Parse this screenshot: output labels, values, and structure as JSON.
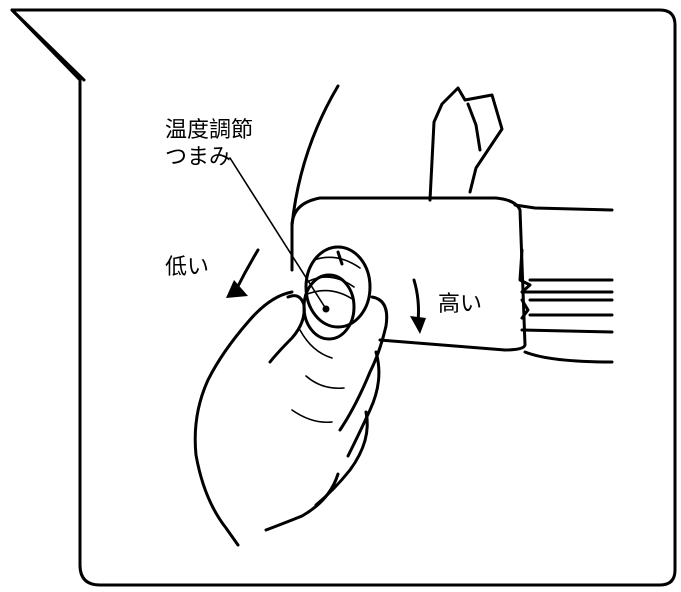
{
  "labels": {
    "knob_line1": "温度調節",
    "knob_line2": "つまみ",
    "low": "低い",
    "high": "高い"
  },
  "colors": {
    "ink": "#000000",
    "paper": "#ffffff"
  }
}
